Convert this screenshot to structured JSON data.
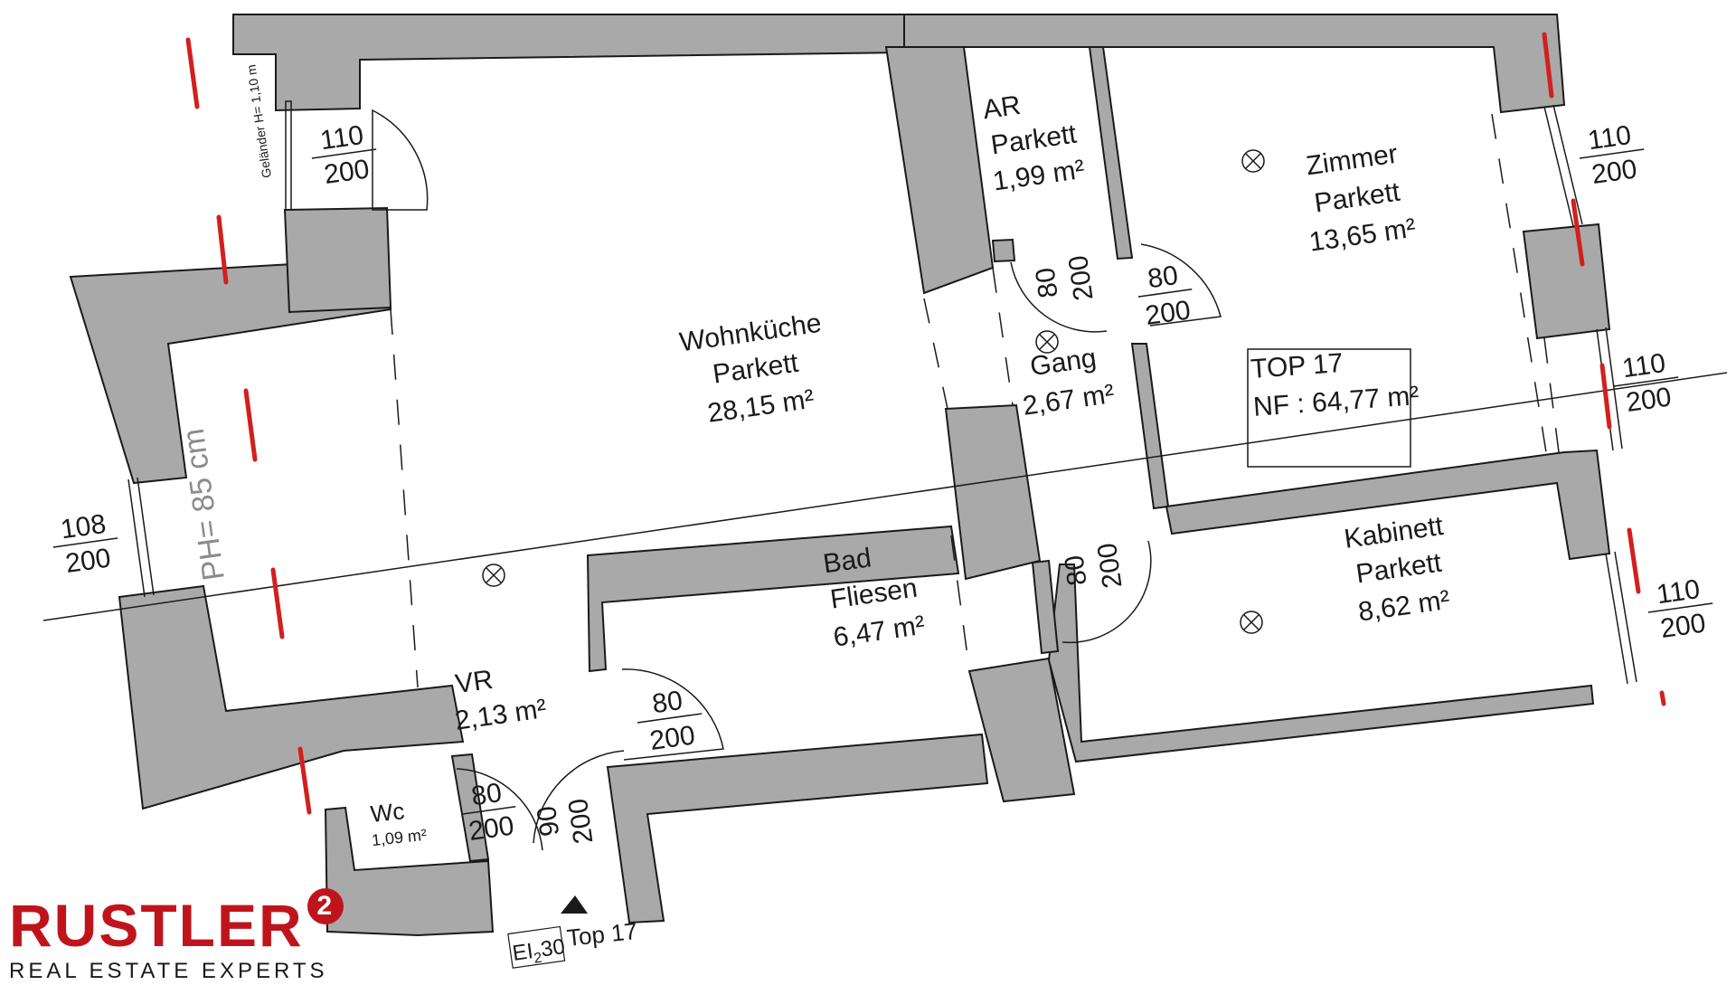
{
  "rooms": [
    {
      "name": "Wohnküche",
      "floor": "Parkett",
      "area": "28,15 m²"
    },
    {
      "name": "AR",
      "floor": "Parkett",
      "area": "1,99 m²"
    },
    {
      "name": "Zimmer",
      "floor": "Parkett",
      "area": "13,65 m²"
    },
    {
      "name": "Gang",
      "area": "2,67 m²"
    },
    {
      "name": "Bad",
      "floor": "Fliesen",
      "area": "6,47 m²"
    },
    {
      "name": "Kabinett",
      "floor": "Parkett",
      "area": "8,62 m²"
    },
    {
      "name": "VR",
      "area": "2,13 m²"
    },
    {
      "name": "Wc",
      "area": "1,09 m²"
    }
  ],
  "unit_box": {
    "title": "TOP 17",
    "area": "NF : 64,77 m²"
  },
  "openings": [
    {
      "w": "110",
      "h": "200"
    },
    {
      "w": "110",
      "h": "200"
    },
    {
      "w": "110",
      "h": "200"
    },
    {
      "w": "110",
      "h": "200"
    },
    {
      "w": "108",
      "h": "200"
    },
    {
      "w": "80",
      "h": "200"
    },
    {
      "w": "80",
      "h": "200"
    },
    {
      "w": "80",
      "h": "200"
    },
    {
      "w": "80",
      "h": "200"
    },
    {
      "w": "80",
      "h": "200"
    },
    {
      "w": "90",
      "h": "200"
    }
  ],
  "notes": {
    "railing": "Geländer H= 1,10 m",
    "parapet": "PH= 85 cm",
    "entrance": "Top 17",
    "fire_rating_prefix": "EI",
    "fire_rating_sub": "2",
    "fire_rating_suffix": "30"
  },
  "brand": {
    "name": "RUSTLER",
    "mark": "2",
    "tagline": "REAL ESTATE EXPERTS",
    "color": "#c0141c"
  },
  "colors": {
    "wall": "#a9a9a9",
    "line": "#1a1a1a",
    "window_marker": "#d21f1f"
  }
}
